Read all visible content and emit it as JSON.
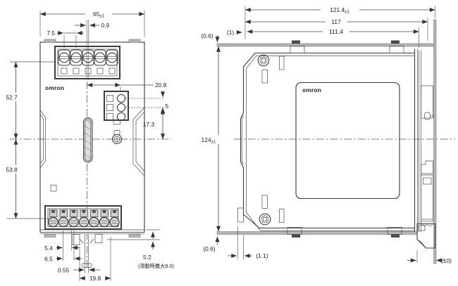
{
  "brand": "omron",
  "front_view": {
    "width_value": "65",
    "width_tol": "±1",
    "slot_width": "0.9",
    "terminal_pitch": "7.5",
    "connector_offset": "20.8",
    "connector_pitch": "5",
    "connector_to_center": "17.3",
    "upper_height": "52.7",
    "lower_height": "53.8",
    "dim_5_4": "5.4",
    "dim_6_5": "6.5",
    "dim_0_55": "0.55",
    "dim_19_8": "19.8",
    "slider_travel": "5.2",
    "slider_note": "(滑動時最大8.0)"
  },
  "side_view": {
    "depth_total_value": "121.4",
    "depth_total_tol": "±1",
    "depth_117": "117",
    "depth_111_4": "111.4",
    "height_value": "124",
    "height_tol": "±1",
    "plate_top": "(0.6)",
    "front_gap": "(1)",
    "plate_bottom": "(0.6)",
    "latch_protrusion": "(1.1)",
    "rail_depth": "(10)"
  }
}
